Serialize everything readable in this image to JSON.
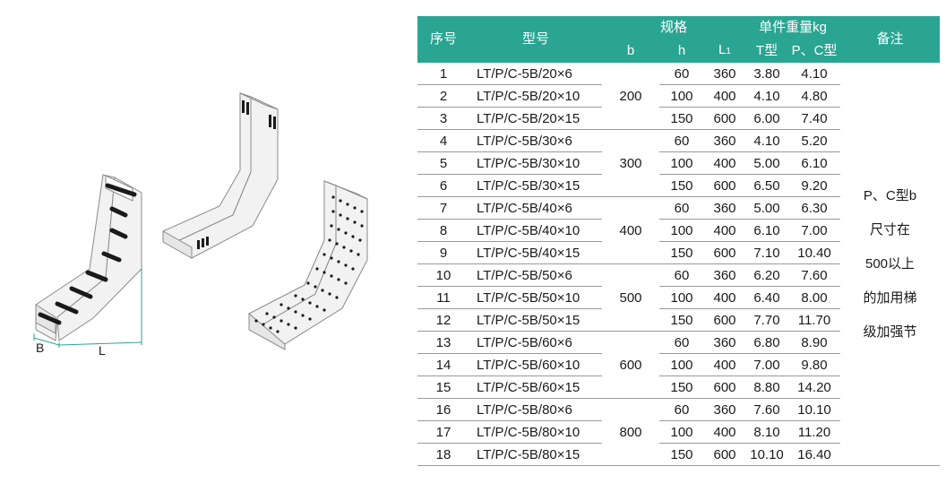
{
  "illustration": {
    "label_b": "B",
    "label_l": "L"
  },
  "table": {
    "headers": {
      "no": "序号",
      "model": "型号",
      "spec": "规格",
      "weight": "单件重量kg",
      "remark": "备注",
      "b": "b",
      "h": "h",
      "l_main": "L",
      "l_sub": "1",
      "t_type": "T型",
      "pc_type": "P、C型"
    },
    "b_groups": [
      "200",
      "300",
      "400",
      "500",
      "600",
      "800"
    ],
    "rows": [
      {
        "no": "1",
        "model": "LT/P/C-5B/20×6",
        "h": "60",
        "l1": "360",
        "t": "3.80",
        "pc": "4.10"
      },
      {
        "no": "2",
        "model": "LT/P/C-5B/20×10",
        "h": "100",
        "l1": "400",
        "t": "4.10",
        "pc": "4.80"
      },
      {
        "no": "3",
        "model": "LT/P/C-5B/20×15",
        "h": "150",
        "l1": "600",
        "t": "6.00",
        "pc": "7.40"
      },
      {
        "no": "4",
        "model": "LT/P/C-5B/30×6",
        "h": "60",
        "l1": "360",
        "t": "4.10",
        "pc": "5.20"
      },
      {
        "no": "5",
        "model": "LT/P/C-5B/30×10",
        "h": "100",
        "l1": "400",
        "t": "5.00",
        "pc": "6.10"
      },
      {
        "no": "6",
        "model": "LT/P/C-5B/30×15",
        "h": "150",
        "l1": "600",
        "t": "6.50",
        "pc": "9.20"
      },
      {
        "no": "7",
        "model": "LT/P/C-5B/40×6",
        "h": "60",
        "l1": "360",
        "t": "5.00",
        "pc": "6.30"
      },
      {
        "no": "8",
        "model": "LT/P/C-5B/40×10",
        "h": "100",
        "l1": "400",
        "t": "6.10",
        "pc": "7.00"
      },
      {
        "no": "9",
        "model": "LT/P/C-5B/40×15",
        "h": "150",
        "l1": "600",
        "t": "7.10",
        "pc": "10.40"
      },
      {
        "no": "10",
        "model": "LT/P/C-5B/50×6",
        "h": "60",
        "l1": "360",
        "t": "6.20",
        "pc": "7.60"
      },
      {
        "no": "11",
        "model": "LT/P/C-5B/50×10",
        "h": "100",
        "l1": "400",
        "t": "6.40",
        "pc": "8.00"
      },
      {
        "no": "12",
        "model": "LT/P/C-5B/50×15",
        "h": "150",
        "l1": "600",
        "t": "7.70",
        "pc": "11.70"
      },
      {
        "no": "13",
        "model": "LT/P/C-5B/60×6",
        "h": "60",
        "l1": "360",
        "t": "6.80",
        "pc": "8.90"
      },
      {
        "no": "14",
        "model": "LT/P/C-5B/60×10",
        "h": "100",
        "l1": "400",
        "t": "7.00",
        "pc": "9.80"
      },
      {
        "no": "15",
        "model": "LT/P/C-5B/60×15",
        "h": "150",
        "l1": "600",
        "t": "8.80",
        "pc": "14.20"
      },
      {
        "no": "16",
        "model": "LT/P/C-5B/80×6",
        "h": "60",
        "l1": "360",
        "t": "7.60",
        "pc": "10.10"
      },
      {
        "no": "17",
        "model": "LT/P/C-5B/80×10",
        "h": "100",
        "l1": "400",
        "t": "8.10",
        "pc": "11.20"
      },
      {
        "no": "18",
        "model": "LT/P/C-5B/80×15",
        "h": "150",
        "l1": "600",
        "t": "10.10",
        "pc": "16.40"
      }
    ],
    "remark_lines": [
      "P、C型b",
      "尺寸在",
      "500以上",
      "的加用梯",
      "级加强节"
    ]
  },
  "colors": {
    "header_bg": "#2aa592",
    "header_text": "#ffffff",
    "line": "#9a9a9a"
  }
}
